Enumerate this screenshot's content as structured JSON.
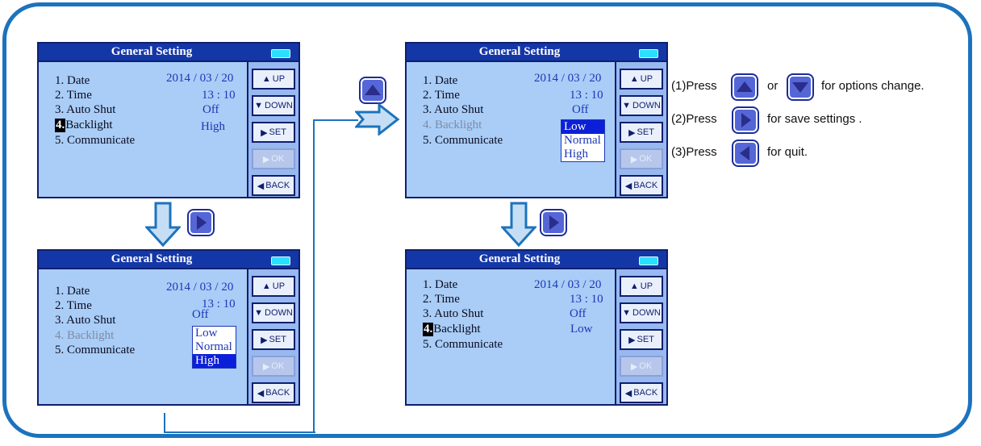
{
  "screens": [
    {
      "title": "General Setting",
      "items": [
        "1. Date",
        "2. Time",
        "3. Auto Shut",
        "4.",
        "5. Communicate"
      ],
      "backlight_label": "Backlight",
      "values": [
        "2014 / 03 / 20",
        "13 : 10",
        "Off",
        "High"
      ]
    },
    {
      "title": "General Setting",
      "items": [
        "1. Date",
        "2. Time",
        "3. Auto Shut",
        "4. Backlight",
        "5. Communicate"
      ],
      "values": [
        "2014 / 03 / 20",
        "13 : 10",
        "Off"
      ],
      "options": [
        "Low",
        "Normal",
        "High"
      ]
    },
    {
      "title": "General Setting",
      "items": [
        "1. Date",
        "2. Time",
        "3. Auto Shut",
        "4. Backlight",
        "5. Communicate"
      ],
      "values": [
        "2014 / 03 / 20",
        "13 : 10",
        "Off"
      ],
      "options": [
        "Low",
        "Normal",
        "High"
      ]
    },
    {
      "title": "General Setting",
      "items": [
        "1. Date",
        "2. Time",
        "3. Auto Shut",
        "4.",
        "5. Communicate"
      ],
      "backlight_label": "Backlight",
      "values": [
        "2014 / 03 / 20",
        "13 : 10",
        "Off",
        "Low"
      ]
    }
  ],
  "buttons": {
    "up": "UP",
    "down": "DOWN",
    "set": "SET",
    "ok": "OK",
    "back": "BACK"
  },
  "instructions": {
    "step1_prefix": "(1)Press",
    "step1_or": "or",
    "step1_suffix": "for options change.",
    "step2_prefix": "(2)Press",
    "step2_suffix": "for save settings .",
    "step3_prefix": "(3)Press",
    "step3_suffix": "for quit."
  },
  "colors": {
    "frame": "#1c73bd",
    "title_bar": "#1437a8",
    "screen": "#a9cdf6",
    "panel": "#98b8f0",
    "value_text": "#1d36b7",
    "icon_button": "#5566d6"
  }
}
